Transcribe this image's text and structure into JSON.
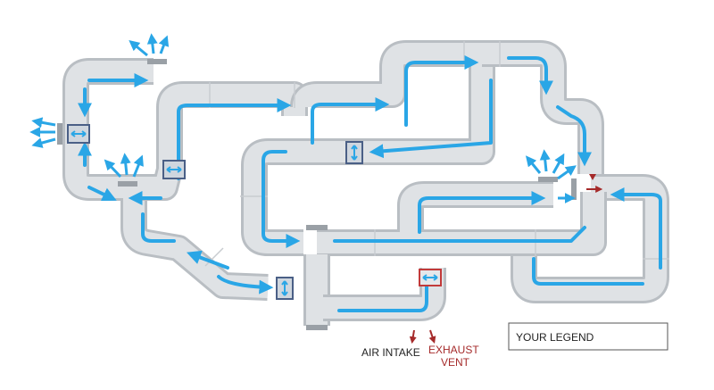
{
  "labels": {
    "air_intake": "AIR INTAKE",
    "exhaust_line1": "EXHAUST",
    "exhaust_line2": "VENT",
    "legend": "YOUR LEGEND"
  },
  "colors": {
    "flow": "#2aa6e6",
    "pipe": "#dfe2e5",
    "exhaust": "#a52a2a",
    "valve_border": "#4a5f86"
  },
  "icons": [
    "double-arrow-horizontal-icon",
    "double-arrow-vertical-icon",
    "vent-outflow-arrows-icon",
    "damper-icon"
  ]
}
